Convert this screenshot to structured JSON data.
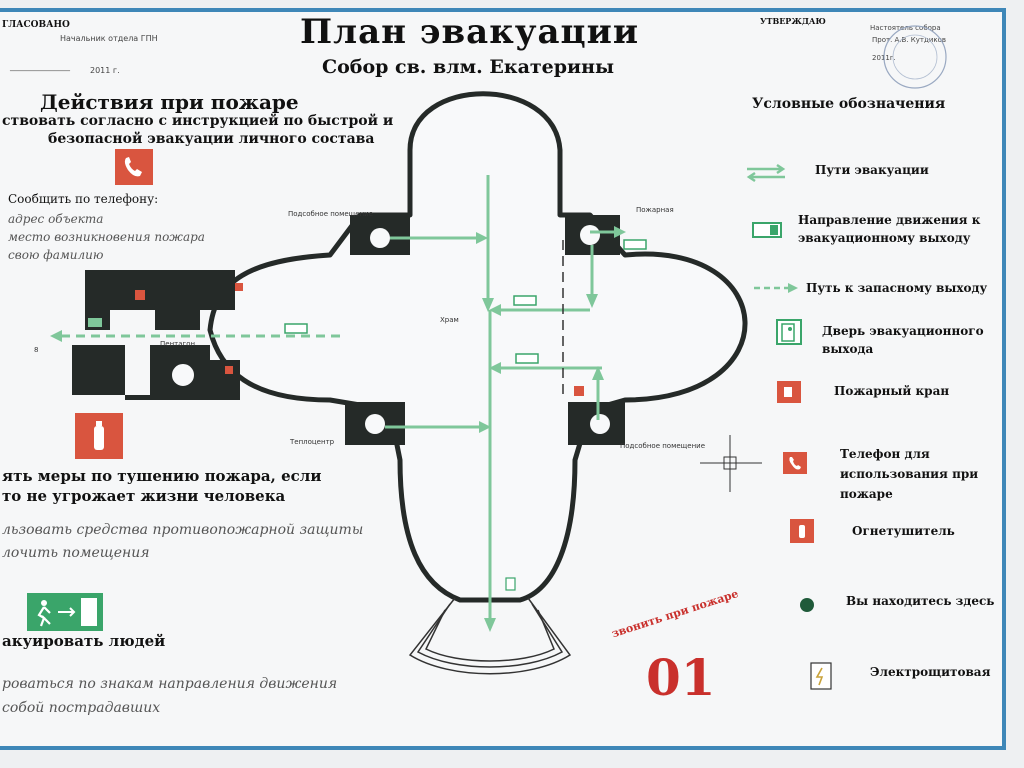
{
  "header": {
    "approved_left": "ГЛАСОВАНО",
    "approved_left_org": "Начальник отдела ГПН",
    "approved_left_date": "2011 г.",
    "approved_right": "УТВЕРЖДАЮ",
    "approved_right_org": "Настоятель собора",
    "approved_right_name": "Прот. А.В. Кутдиков",
    "approved_right_date": "2011г.",
    "title": "План эвакуации",
    "subtitle": "Собор св. влм. Екатерины"
  },
  "left_panel": {
    "heading": "Действия при пожаре",
    "intro_line1": "ствовать согласно с инструкцией по быстрой и",
    "intro_line2": "безопасной эвакуации личного состава",
    "report_title": "Сообщить по телефону:",
    "report_items": [
      "адрес объекта",
      "место возникновения пожара",
      "свою фамилию"
    ],
    "extinguish_line1": "ять меры по тушению пожара, если",
    "extinguish_line2": "то не угрожает жизни человека",
    "means_line1": "льзовать средства противопожарной защиты",
    "means_line2": "лочить помещения",
    "evacuate": "акуировать людей",
    "guide_line1": "роваться по знакам направления движения",
    "guide_line2": "собой пострадавших"
  },
  "plan_labels": {
    "hall": "Храм",
    "room_nw": "Подсобное помещение",
    "room_ne": "Пожарная",
    "room_sw": "Теплоцентр",
    "room_se": "Подсобное помещение",
    "pentagon": "Пентагон",
    "west_exit": "8",
    "call_text": "звонить при пожаре",
    "call_number": "01"
  },
  "legend": {
    "title": "Условные обозначения",
    "items": [
      {
        "icon": "evacuation-paths-icon",
        "label_lines": [
          "Пути эвакуации"
        ]
      },
      {
        "icon": "exit-direction-sign-icon",
        "label_lines": [
          "Направление движения к",
          "эвакуационному выходу"
        ]
      },
      {
        "icon": "reserve-exit-path-icon",
        "label_lines": [
          "Путь к запасному выходу"
        ]
      },
      {
        "icon": "evacuation-door-icon",
        "label_lines": [
          "Дверь эвакуационного",
          "выхода"
        ]
      },
      {
        "icon": "fire-hydrant-icon",
        "label_lines": [
          "Пожарный кран"
        ]
      },
      {
        "icon": "fire-phone-icon",
        "label_lines": [
          "Телефон для",
          "использования при",
          "пожаре"
        ]
      },
      {
        "icon": "fire-extinguisher-icon",
        "label_lines": [
          "Огнетушитель"
        ]
      },
      {
        "icon": "you-are-here-icon",
        "label_lines": [
          "Вы находитесь здесь"
        ]
      },
      {
        "icon": "electrical-panel-icon",
        "label_lines": [
          "Электрощитовая"
        ]
      }
    ]
  },
  "colors": {
    "frame": "#3e87b8",
    "wall": "#252a28",
    "path": "#7fc79a",
    "red_sign": "#d9553f",
    "call_red": "#c9302c"
  }
}
